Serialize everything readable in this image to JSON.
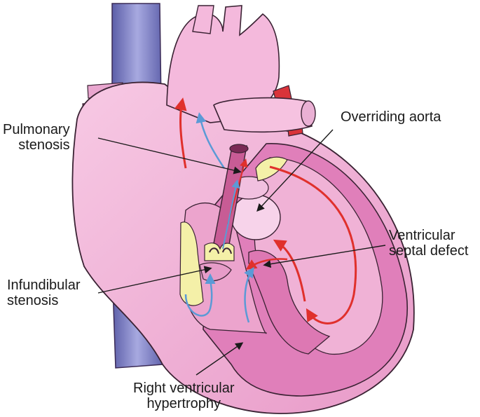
{
  "labels": {
    "pulmonary_stenosis": "Pulmonary\nstenosis",
    "overriding_aorta": "Overriding aorta",
    "ventricular_septal_defect": "Ventricular\nseptal defect",
    "infundibular_stenosis": "Infundibular\nstenosis",
    "right_ventricular_hypertrophy": "Right ventricular\nhypertrophy"
  },
  "colors": {
    "heart_surface": "#f2b3d8",
    "myocardium": "#e07fba",
    "chamber_interior": "#ecaad0",
    "vena_cava": "#7d7fc6",
    "valve": "#f4f0a8",
    "oxygenated_flow": "#e0302c",
    "deoxygenated_flow": "#5b9ad6",
    "outline": "#3a2233"
  }
}
